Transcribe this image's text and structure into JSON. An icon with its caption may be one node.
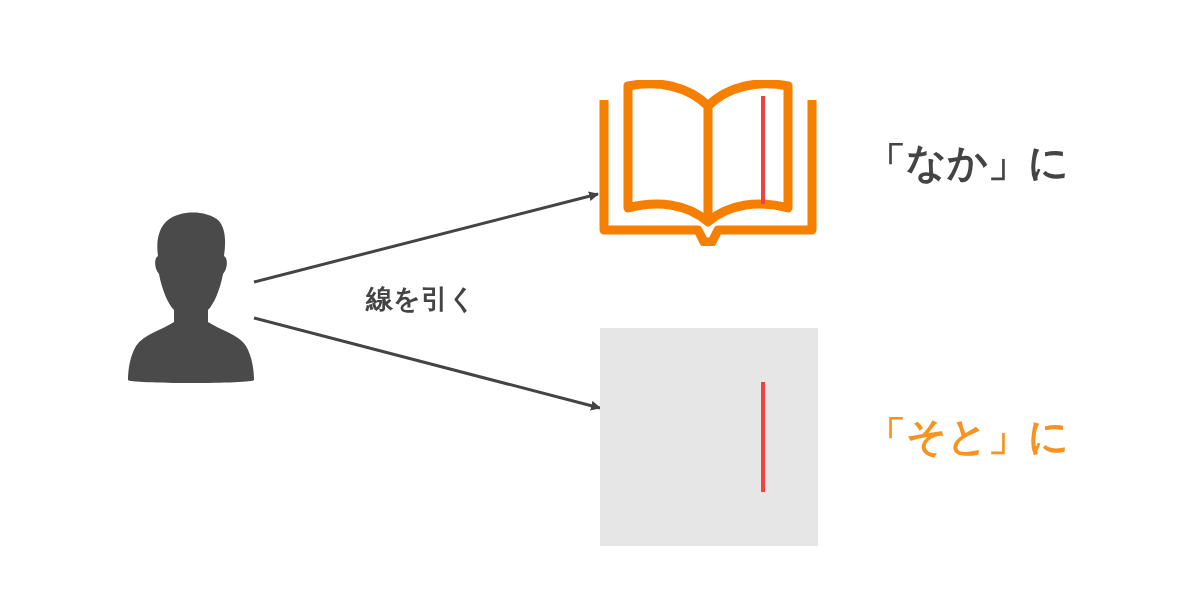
{
  "diagram": {
    "nodes": [
      {
        "text": [],
        "shape": "person"
      },
      {
        "text": [],
        "shape": "book",
        "beside": [
          "「なか」に"
        ]
      },
      {
        "text": [],
        "shape": "box",
        "beside": [
          "「そと」に"
        ]
      }
    ],
    "edges": [
      {
        "from": 0,
        "to": 1,
        "arrow": "to"
      },
      {
        "from": 0,
        "to": 2,
        "arrow": "to"
      }
    ],
    "labels": [
      "線を引く"
    ]
  }
}
